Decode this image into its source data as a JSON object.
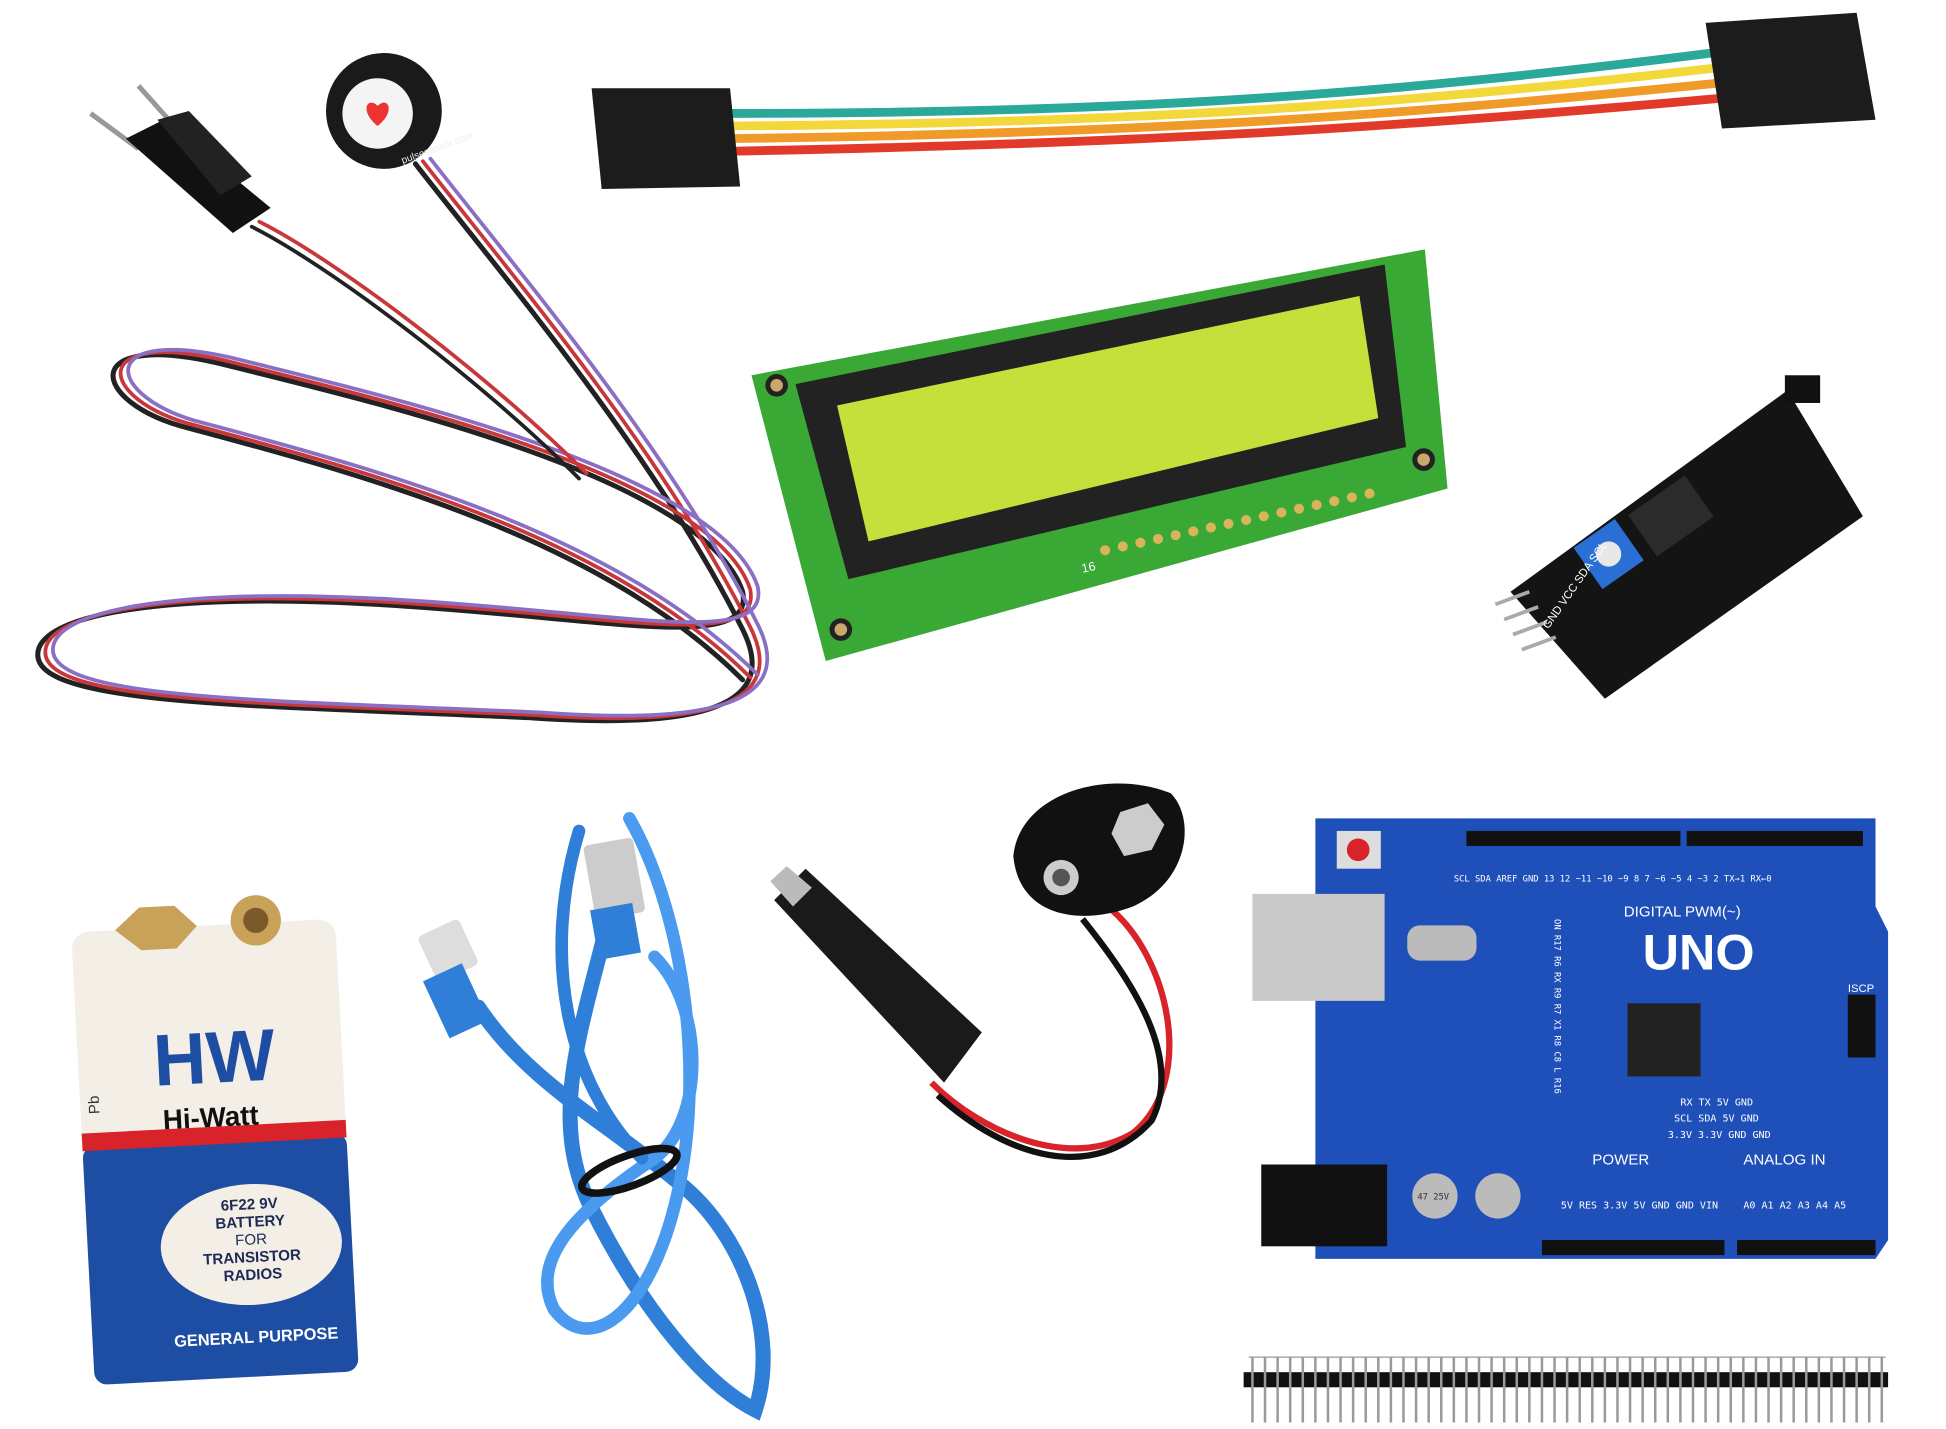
{
  "pulse_sensor": {
    "label": "pulsesensor.com"
  },
  "battery": {
    "logo": "HW",
    "brand": "Hi-Watt",
    "model_line1": "6F22 9V",
    "model_line2": "BATTERY",
    "model_line3": "FOR",
    "model_line4": "TRANSISTOR",
    "model_line5": "RADIOS",
    "footer": "GENERAL PURPOSE",
    "symbol": "Pb"
  },
  "arduino": {
    "title": "UNO",
    "digital_label": "DIGITAL PWM(~)",
    "power_label": "POWER",
    "analog_label": "ANALOG IN",
    "icsp_label": "ISCP",
    "top_labels": "SCL SDA AREF GND 13 12 ~11 ~10 ~9 8 7 ~6 ~5 4 ~3 2 TX→1 RX←0",
    "power_pins": "5V RES 3.3V 5V GND GND VIN",
    "analog_pins": "A0 A1 A2 A3 A4 A5",
    "side_labels": "ON R17 R6 RX R9 R7 X1 R8 C8 L R16",
    "header_labels_1": "RX TX 5V GND",
    "header_labels_2": "SCL SDA 5V GND",
    "header_labels_3": "3.3V 3.3V GND GND",
    "cap_label": "47 25V"
  },
  "i2c_module": {
    "pins": "GND VCC SDA SCL"
  },
  "lcd": {
    "pin_label": "16"
  },
  "colors": {
    "arduino_blue": "#1f4fb8",
    "lcd_pcb": "#3aa835",
    "lcd_screen": "#c5e03a",
    "usb_cable": "#2f7fd8",
    "battery_blue": "#1d4ea3",
    "battery_red": "#d8232a"
  }
}
